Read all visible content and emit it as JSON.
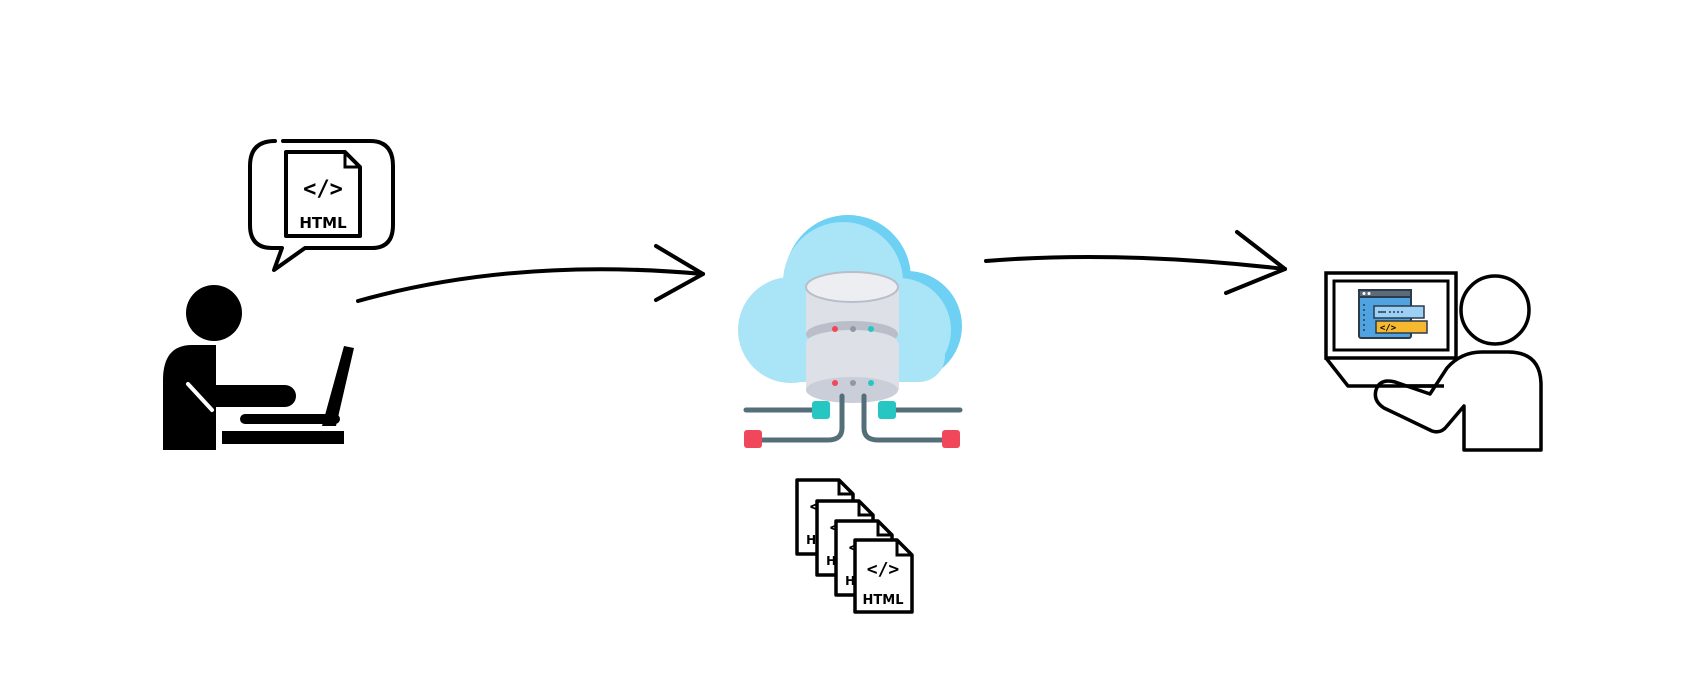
{
  "doc": {
    "code_symbol": "</>",
    "label": "HTML"
  },
  "stack_docs": [
    {
      "code_symbol": "</>",
      "label": "HTML"
    },
    {
      "code_symbol": "</>",
      "label": "HTML"
    },
    {
      "code_symbol": "</>",
      "label": "HTML"
    },
    {
      "code_symbol": "</>",
      "label": "HTML"
    }
  ],
  "browser": {
    "code_symbol": "</>"
  },
  "icons": {
    "developer": "person-laptop-icon",
    "speech": "speech-bubble-icon",
    "server": "cloud-server-icon",
    "viewer": "person-monitor-icon"
  },
  "colors": {
    "ink": "#000000",
    "cloud_light": "#a9e4f7",
    "cloud_dark": "#6ed0f2",
    "db_body": "#dde0e6",
    "db_shadow": "#b9bec9",
    "cable": "#546e7a",
    "connector_teal": "#26c6c2",
    "connector_red": "#f0485a",
    "led_red": "#f0485a",
    "led_teal": "#26c6c2",
    "led_grey": "#8f98a3",
    "browser_blue": "#4fa3e0",
    "browser_yellow": "#f5b82e"
  }
}
